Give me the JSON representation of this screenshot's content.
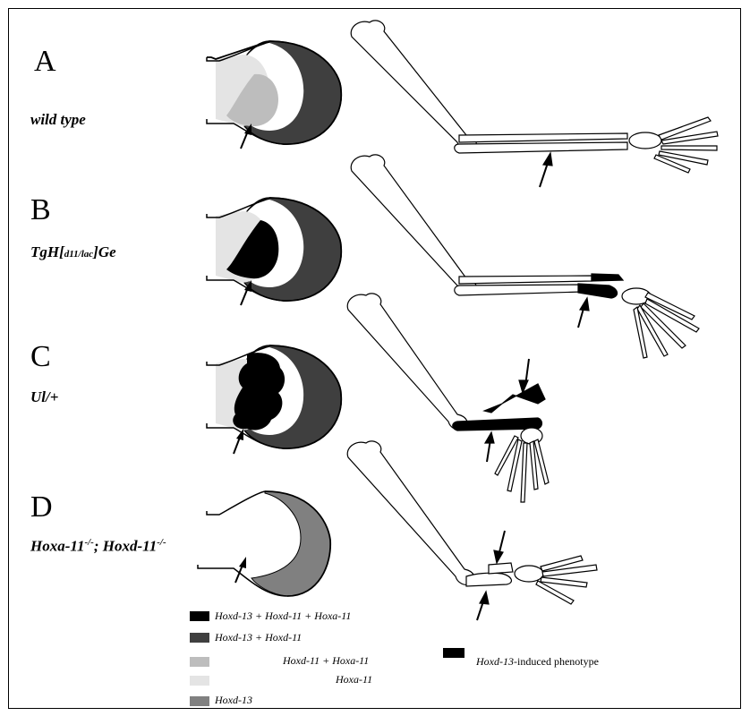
{
  "panels": [
    {
      "letter": "A",
      "genotype": "wild type"
    },
    {
      "letter": "B",
      "genotype_main": "TgH[",
      "genotype_sub": "d11/lac",
      "genotype_end": "]Ge"
    },
    {
      "letter": "C",
      "genotype": "Ul/+"
    },
    {
      "letter": "D",
      "genotype_a": "Hoxa-11",
      "genotype_a_sup": "-/-",
      "genotype_sep": "; ",
      "genotype_b": "Hoxd-11",
      "genotype_b_sup": "-/-"
    }
  ],
  "legend": [
    {
      "label": "Hoxd-13 + Hoxd-11 + Hoxa-11",
      "color": "#000000"
    },
    {
      "label": "Hoxd-13 + Hoxd-11",
      "color": "#3f3f3f"
    },
    {
      "label": "Hoxd-11 + Hoxa-11",
      "color": "#bdbdbd"
    },
    {
      "label": "Hoxa-11",
      "color": "#e4e4e4"
    },
    {
      "label": "Hoxd-13",
      "color": "#808080"
    }
  ],
  "phenotype_legend": {
    "italic": "Hoxd-13",
    "rest": "-induced phenotype",
    "color": "#000000"
  },
  "colors": {
    "dark": "#3f3f3f",
    "light": "#bdbdbd",
    "pale": "#e4e4e4",
    "mid": "#808080",
    "black": "#000000"
  }
}
